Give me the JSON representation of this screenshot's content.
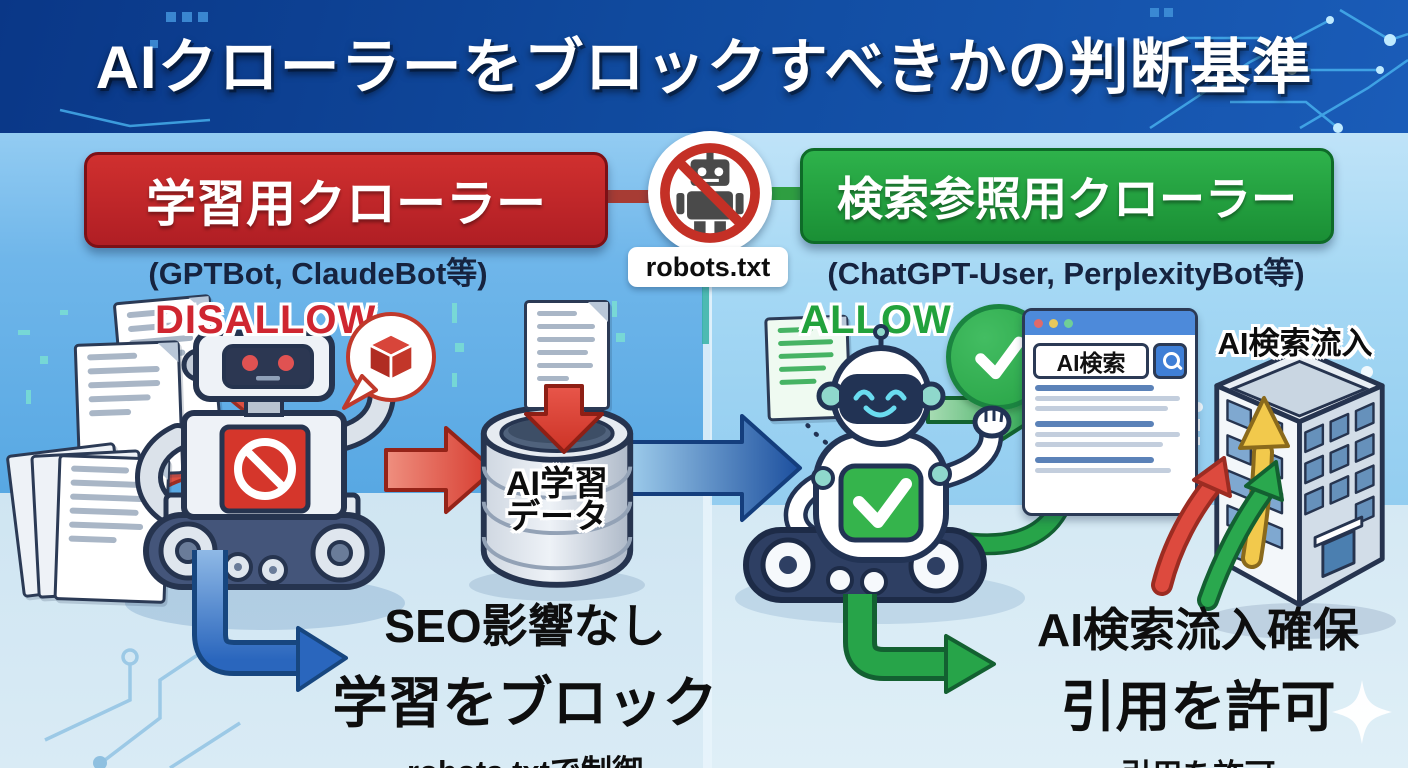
{
  "title": "AIクローラーをブロックすべきかの判断基準",
  "center": {
    "gate_label": "robots.txt"
  },
  "left": {
    "banner_label": "学習用クローラー",
    "banner_color": "linear-gradient(180deg,#d0302f,#b01e24)",
    "subtitle": "(GPTBot, ClaudeBot等)",
    "status_label": "DISALLOW",
    "status_color": "#cf2630",
    "database_label": {
      "line1": "AI学習",
      "line2": "データ"
    },
    "conclusion": {
      "line1": "SEO影響なし",
      "line2": "学習をブロック",
      "line3": "robots.txtで制御"
    }
  },
  "right": {
    "banner_label": "検索参照用クローラー",
    "banner_color": "linear-gradient(180deg,#2eb24b,#1a8f35)",
    "subtitle": "(ChatGPT-User, PerplexityBot等)",
    "status_label": "ALLOW",
    "status_color": "#22a23c",
    "browser_search_label": "AI検索",
    "building_label": "AI検索流入",
    "conclusion": {
      "line1": "AI検索流入確保",
      "line2": "引用を許可",
      "line3": "引用を許可"
    }
  },
  "accent_colors": {
    "block_red": "#d5362b",
    "allow_green": "#35b44c",
    "flow_blue": "#1c4f9e"
  }
}
